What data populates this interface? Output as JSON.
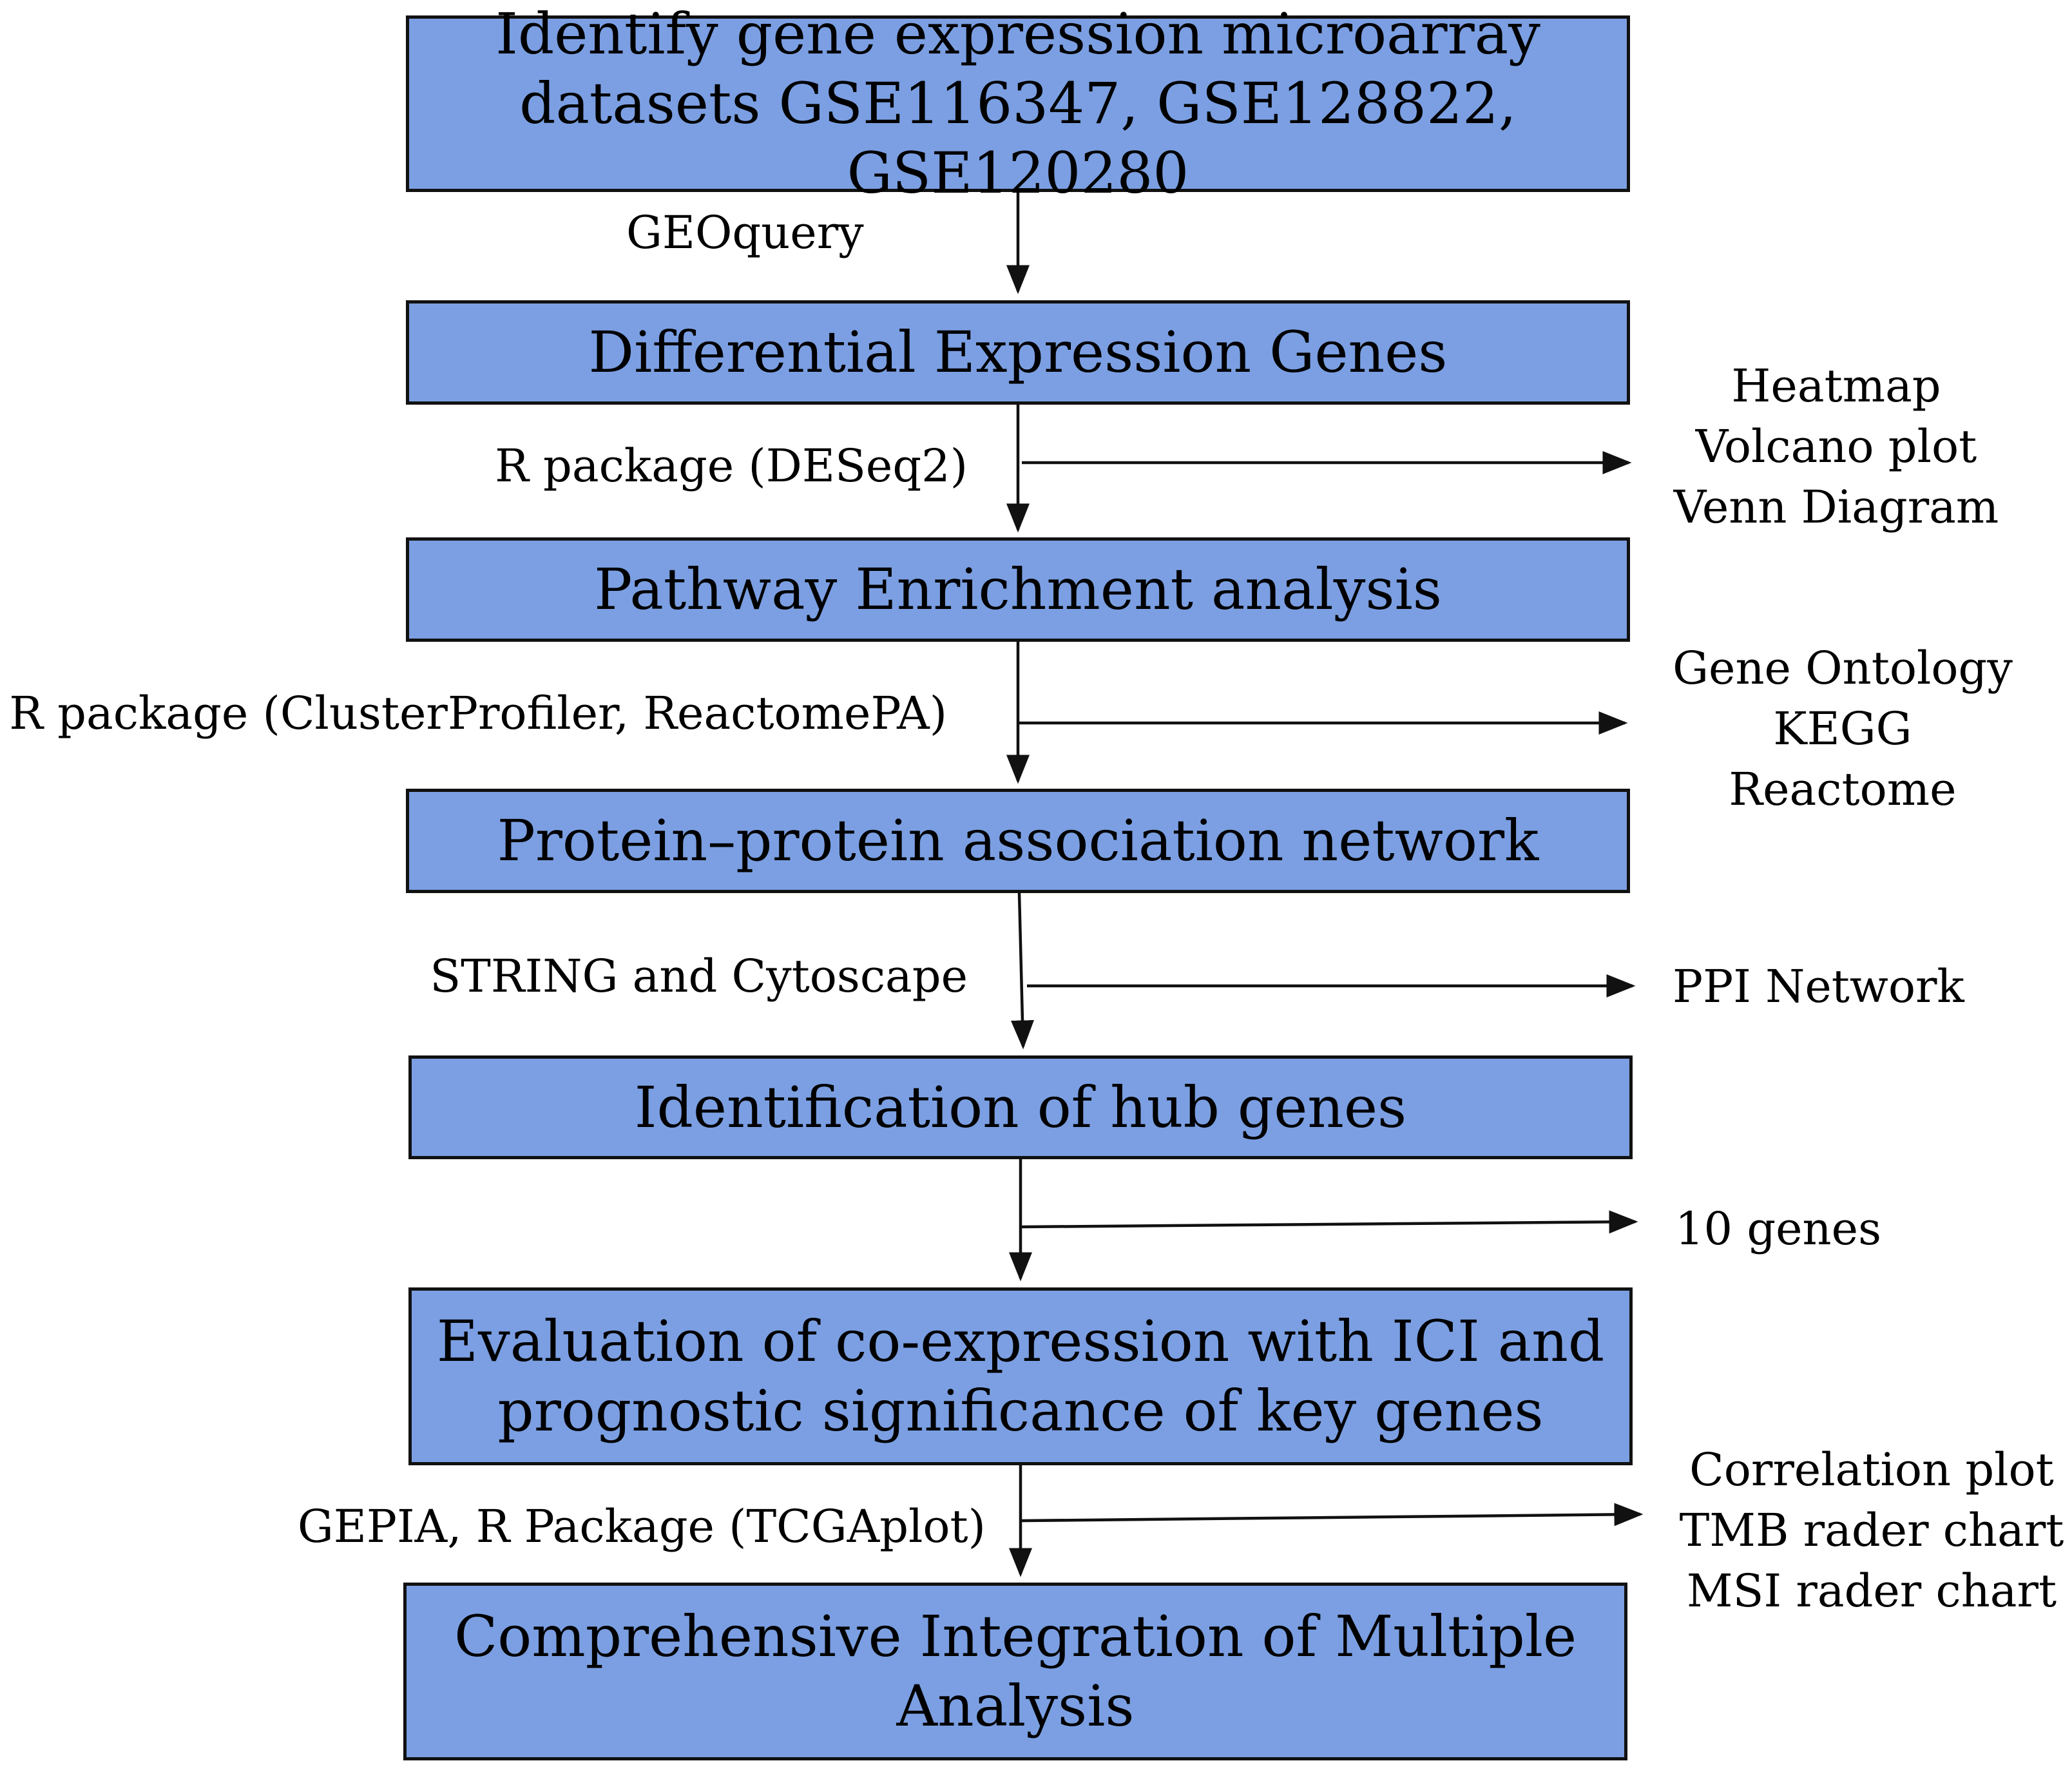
{
  "steps": [
    {
      "line1": "Identify gene expression microarray",
      "line2": "datasets GSE116347, GSE128822, GSE120280"
    },
    {
      "line1": "Differential Expression Genes"
    },
    {
      "line1": "Pathway Enrichment analysis"
    },
    {
      "line1": "Protein–protein association network"
    },
    {
      "line1": "Identification of hub genes"
    },
    {
      "line1": "Evaluation of co-expression with ICI and",
      "line2": "prognostic significance of key genes"
    },
    {
      "line1": "Comprehensive Integration of Multiple",
      "line2": "Analysis"
    }
  ],
  "methods": [
    "GEOquery",
    "R package (DESeq2)",
    "R package (ClusterProfiler, ReactomePA)",
    "STRING and Cytoscape",
    "GEPIA, R Package (TCGAplot)"
  ],
  "outputs": {
    "deg": [
      "Heatmap",
      "Volcano plot",
      "Venn Diagram"
    ],
    "pathway": [
      "Gene Ontology",
      "KEGG",
      "Reactome"
    ],
    "ppi": [
      "PPI Network"
    ],
    "hub": [
      "10 genes"
    ],
    "coexp": [
      "Correlation plot",
      "TMB rader chart",
      "MSI rader chart"
    ]
  },
  "colors": {
    "box_fill": "#7b9fe2",
    "border": "#111111",
    "arrow": "#111111"
  }
}
